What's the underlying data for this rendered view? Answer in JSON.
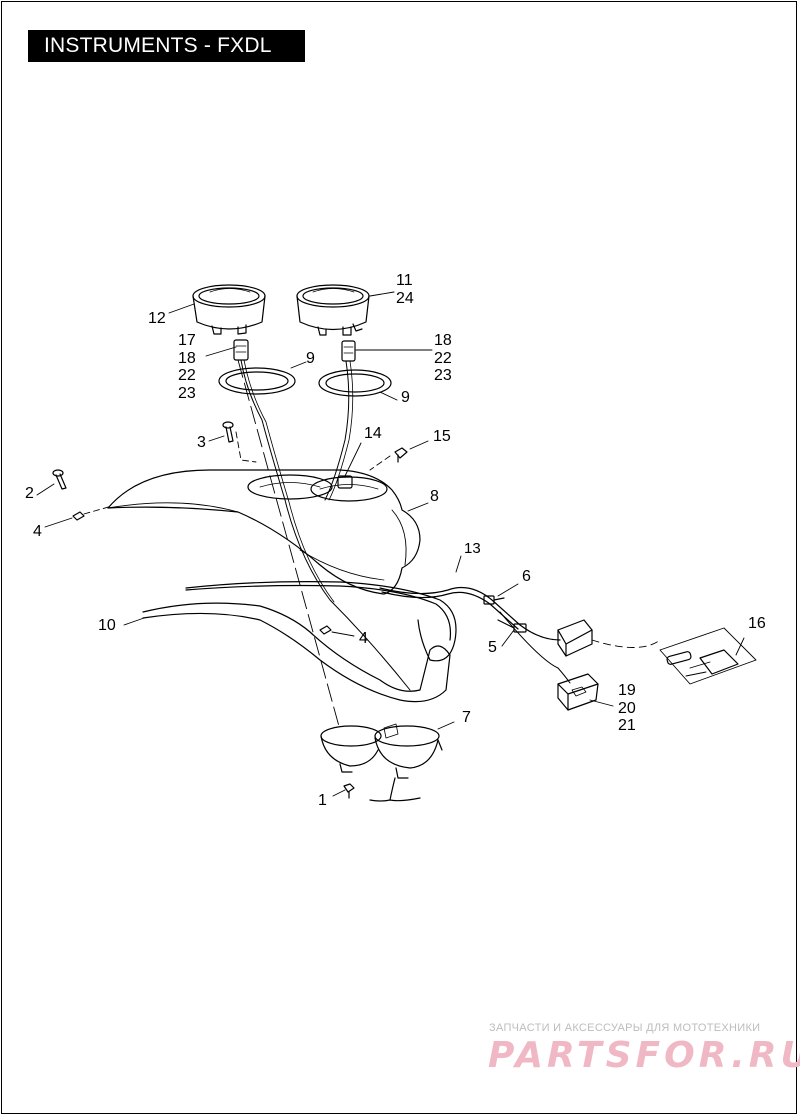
{
  "title": "INSTRUMENTS - FXDL",
  "callouts": {
    "c1": "1",
    "c2": "2",
    "c3": "3",
    "c4a": "4",
    "c4b": "4",
    "c5": "5",
    "c6": "6",
    "c7": "7",
    "c8": "8",
    "c9a": "9",
    "c9b": "9",
    "c10": "10",
    "c12": "12",
    "c13": "13",
    "c14": "14",
    "c15": "15",
    "c16": "16"
  },
  "stacks": {
    "s11": [
      "11",
      "24"
    ],
    "s17": [
      "17",
      "18",
      "22",
      "23"
    ],
    "s18": [
      "18",
      "22",
      "23"
    ],
    "s19": [
      "19",
      "20",
      "21"
    ]
  },
  "watermark": {
    "tagline": "ЗАПЧАСТИ И АКСЕССУАРЫ ДЛЯ МОТОТЕХНИКИ",
    "logo": "PARTSFOR.RU"
  }
}
